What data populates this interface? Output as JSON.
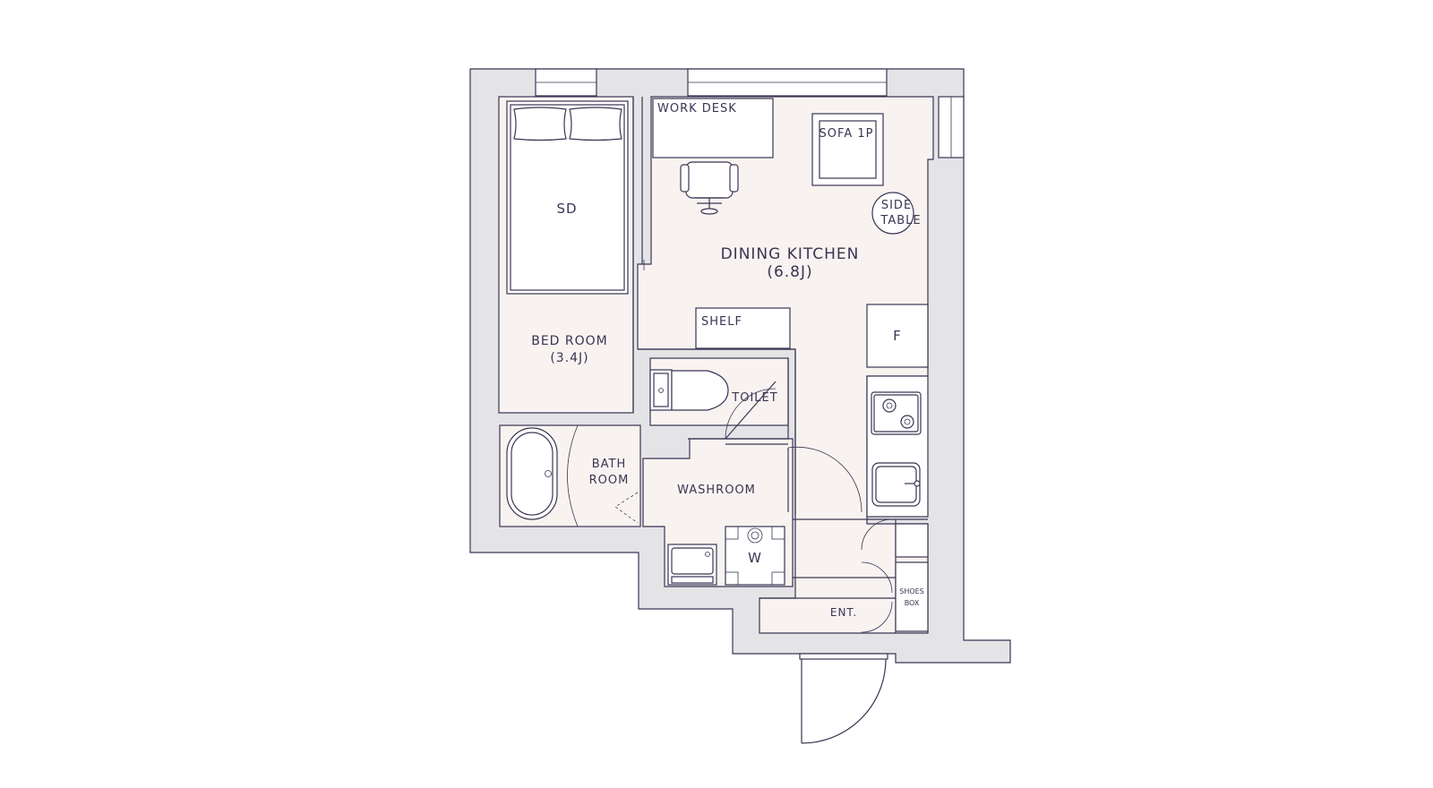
{
  "rooms": {
    "bedroom": {
      "name": "BED ROOM",
      "size": "(3.4J)"
    },
    "dining_kitchen": {
      "name": "DINING KITCHEN",
      "size": "(6.8J)"
    },
    "bath": {
      "line1": "BATH",
      "line2": "ROOM"
    },
    "toilet": "TOILET",
    "washroom": "WASHROOM",
    "entrance": "ENT."
  },
  "fixtures": {
    "bed": "SD",
    "work_desk": "WORK DESK",
    "sofa": "SOFA 1P",
    "side_table": {
      "line1": "SIDE",
      "line2": "TABLE"
    },
    "shelf": "SHELF",
    "fridge": "F",
    "washer": "W",
    "shoes_box": {
      "line1": "SHOES",
      "line2": "BOX"
    }
  },
  "colors": {
    "wall": "#e4e4e7",
    "floor": "#f8f3f0",
    "line": "#3a3553"
  }
}
